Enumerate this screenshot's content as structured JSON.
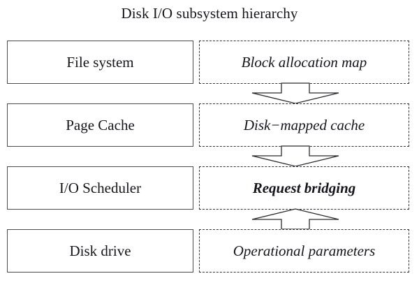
{
  "title": "Disk I/O subsystem hierarchy",
  "diagram": {
    "type": "layered-hierarchy",
    "orientation": "vertical",
    "layer_count": 4,
    "columns": [
      "component",
      "function"
    ],
    "colors": {
      "background": "#ffffff",
      "text": "#15151c",
      "solid_border": "#4a4a52",
      "dashed_border": "#33333a",
      "arrow_stroke": "#2b2b31",
      "arrow_fill": "#ffffff"
    },
    "rows": [
      {
        "component": "File system",
        "function": "Block allocation map",
        "function_emphasis": false
      },
      {
        "component": "Page Cache",
        "function": "Disk−mapped cache",
        "function_emphasis": false
      },
      {
        "component": "I/O Scheduler",
        "function": "Request bridging",
        "function_emphasis": true
      },
      {
        "component": "Disk drive",
        "function": "Operational parameters",
        "function_emphasis": false
      }
    ],
    "connectors": [
      {
        "direction": "down",
        "from": "Block allocation map",
        "to": "Disk−mapped cache"
      },
      {
        "direction": "down",
        "from": "Disk−mapped cache",
        "to": "Request bridging"
      },
      {
        "direction": "up",
        "from": "Operational parameters",
        "to": "Request bridging"
      }
    ]
  }
}
